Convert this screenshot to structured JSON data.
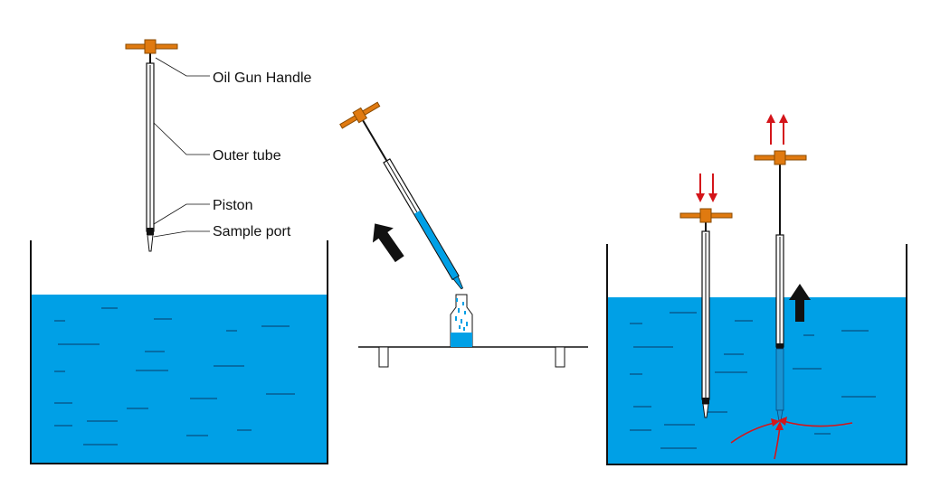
{
  "labels": {
    "handle": "Oil Gun Handle",
    "outer_tube": "Outer tube",
    "piston": "Piston",
    "sample_port": "Sample port"
  },
  "colors": {
    "water": "#00a0e6",
    "handle": "#e07a10",
    "arrow": "#d4151a",
    "outline": "#111111"
  }
}
